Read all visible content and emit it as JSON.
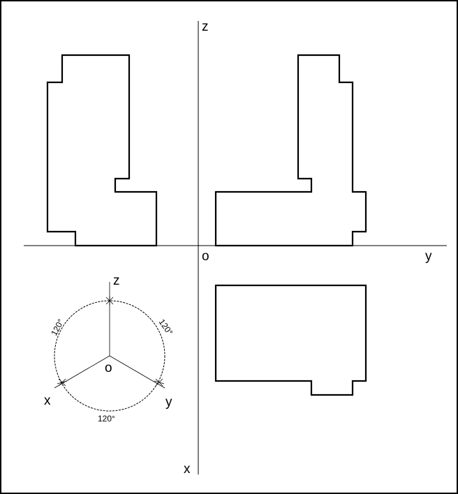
{
  "colors": {
    "line": "#000000",
    "background": "#ffffff"
  },
  "main_axes": {
    "z_label": "z",
    "y_label": "y",
    "x_label": "x",
    "origin_label": "o"
  },
  "views": {
    "front_view": "front-outline",
    "side_view": "side-outline",
    "top_view": "top-outline"
  },
  "axonometric_key": {
    "z_label": "z",
    "x_label": "x",
    "y_label": "y",
    "origin_label": "o",
    "angle_left": "120°",
    "angle_right": "120°",
    "angle_bottom": "120°"
  }
}
